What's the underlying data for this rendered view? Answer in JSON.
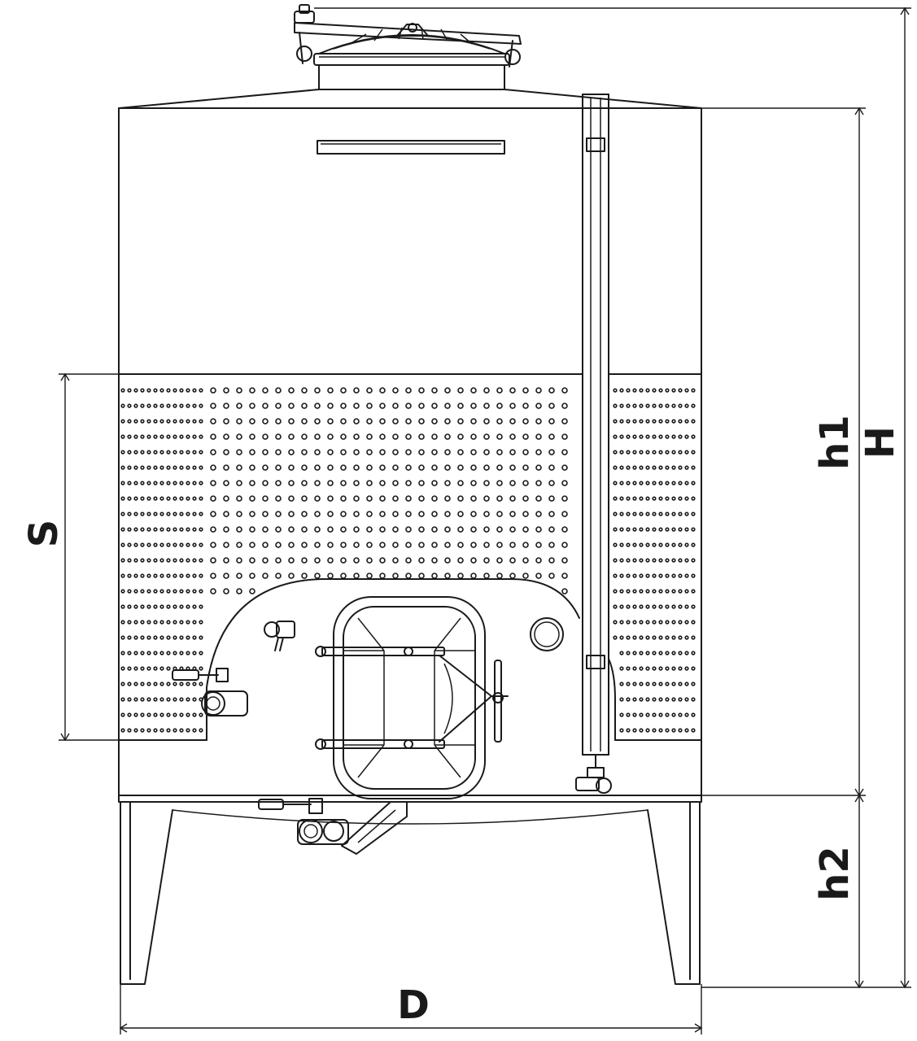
{
  "diagram": {
    "labels": {
      "D": "D",
      "H": "H",
      "h1": "h1",
      "h2": "h2",
      "S": "S"
    },
    "colors": {
      "line": "#1a1a1a",
      "background": "#ffffff"
    }
  }
}
